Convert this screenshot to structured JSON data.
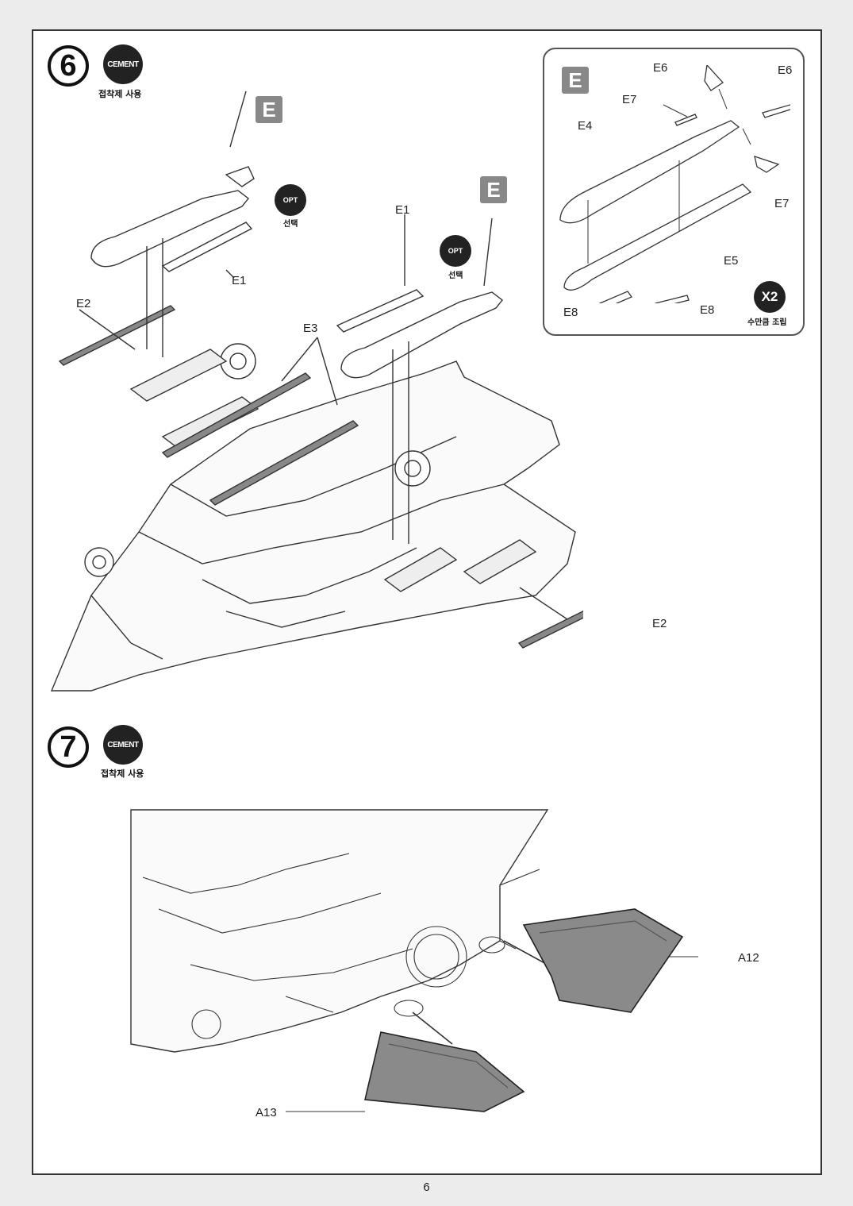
{
  "page": {
    "number": "6"
  },
  "step6": {
    "number": "6",
    "cement_icon": "CEMENT",
    "cement_caption": "접착제 사용",
    "tag_left": "E",
    "tag_right": "E",
    "opt_icon": "OPT",
    "opt_caption": "선택",
    "labels": {
      "e1_left": "E1",
      "e1_right": "E1",
      "e2_left": "E2",
      "e2_right": "E2",
      "e3": "E3"
    },
    "inset": {
      "tag": "E",
      "labels": {
        "e6_left": "E6",
        "e6_right": "E6",
        "e7_top": "E7",
        "e7_right": "E7",
        "e4": "E4",
        "e5": "E5",
        "e8_left": "E8",
        "e8_right": "E8"
      },
      "multiplier": "X2",
      "multiplier_caption": "수만큼 조립"
    }
  },
  "step7": {
    "number": "7",
    "cement_icon": "CEMENT",
    "cement_caption": "접착제 사용",
    "labels": {
      "a12": "A12",
      "a13": "A13"
    }
  },
  "colors": {
    "part_grey": "#8a8a8a",
    "tag_grey": "#888888",
    "line": "#333333"
  }
}
